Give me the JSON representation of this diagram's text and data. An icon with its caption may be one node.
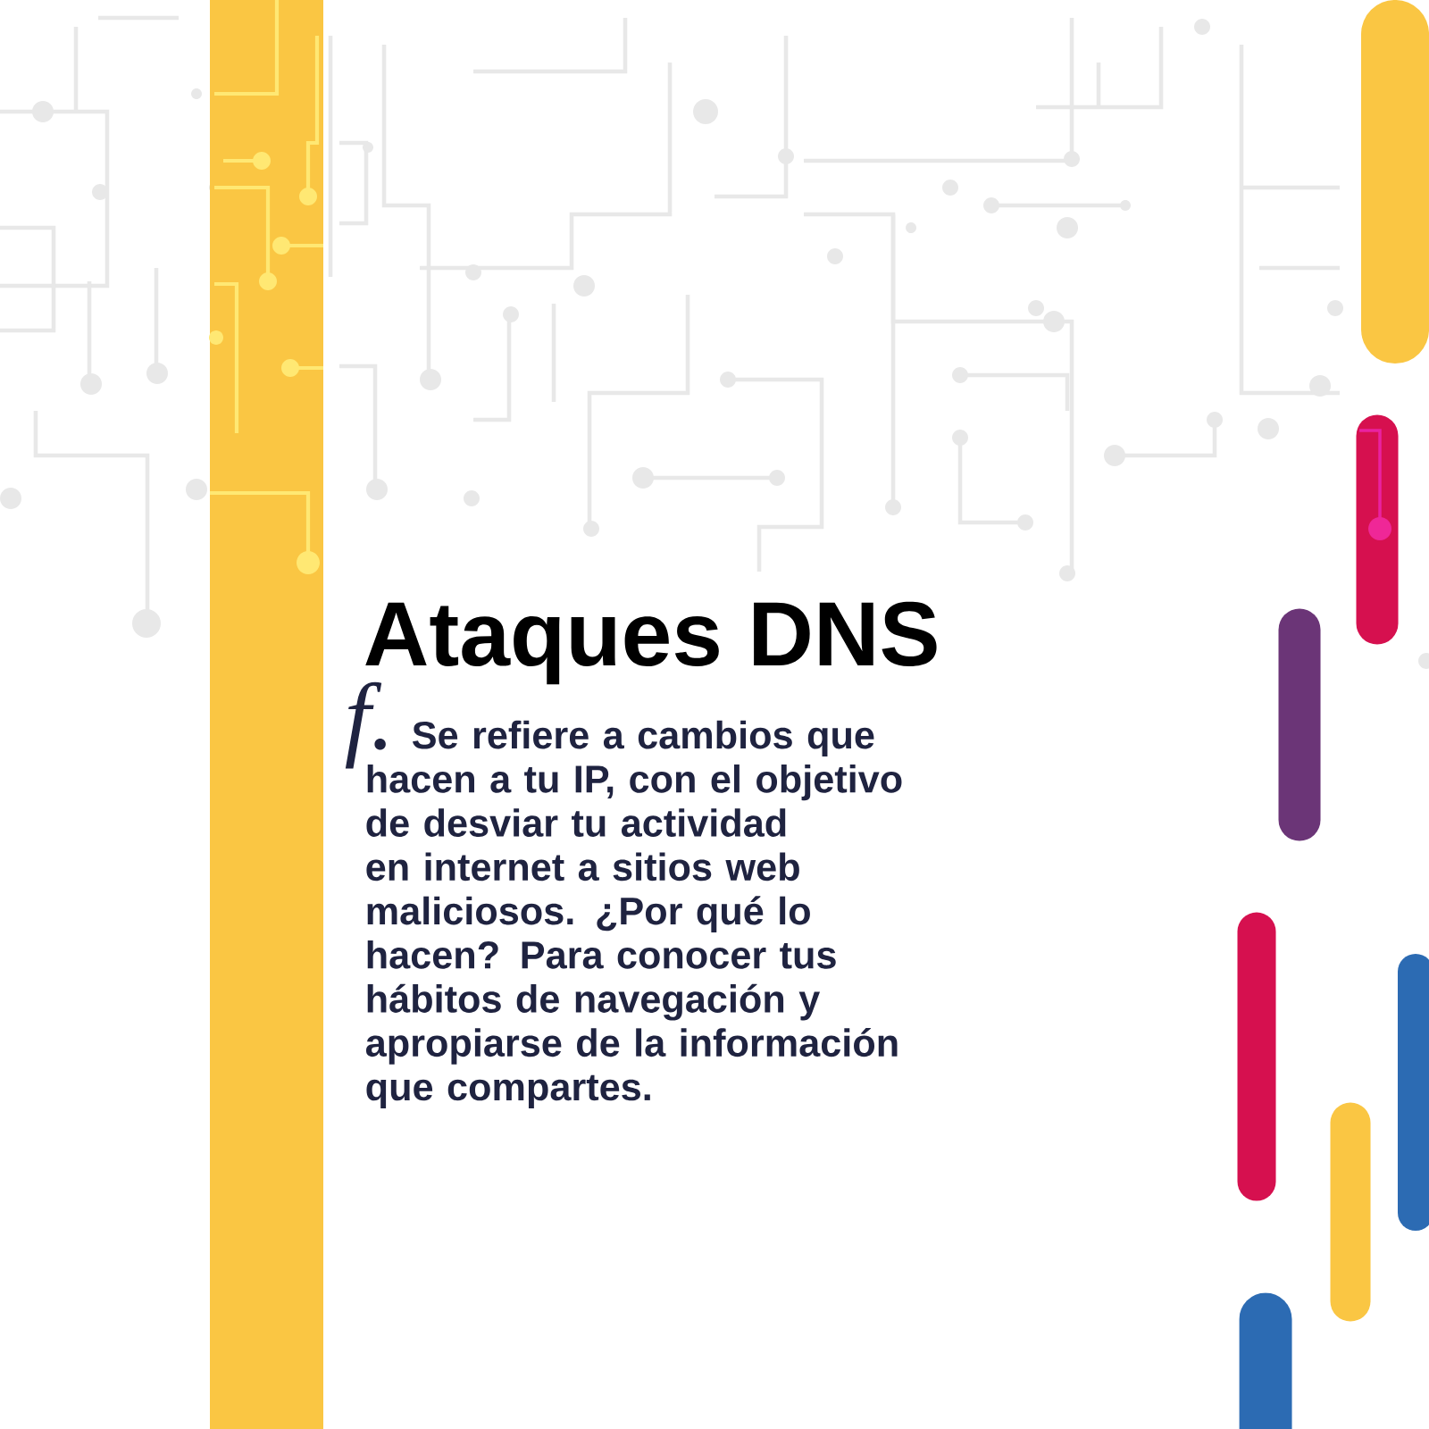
{
  "diagram": {
    "title": "Ataques DNS",
    "labels": [
      "f.",
      "Se refiere a cambios que hacen a tu IP, con el objetivo de desviar tu actividad en internet a sitios web maliciosos. ¿Por qué lo hacen? Para conocer tus hábitos de navegación y apropiarse de la información que compartes."
    ]
  }
}
